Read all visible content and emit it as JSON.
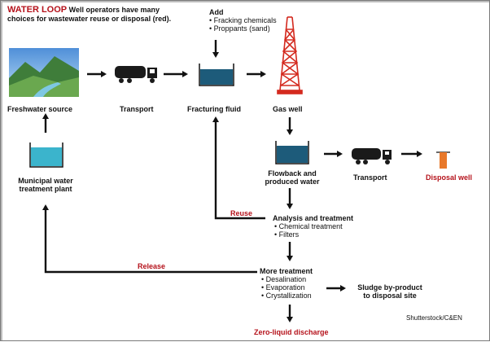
{
  "title": {
    "label": "WATER LOOP",
    "line1": "Well operators have many",
    "line2": "choices for wastewater reuse or disposal (red)."
  },
  "add": {
    "heading": "Add",
    "items": [
      "• Fracking chemicals",
      "• Proppants (sand)"
    ]
  },
  "nodes": {
    "freshwater": "Freshwater source",
    "transport1": "Transport",
    "fracturing": "Fracturing fluid",
    "gas_well": "Gas well",
    "flowback_1": "Flowback and",
    "flowback_2": "produced water",
    "transport2": "Transport",
    "disposal": "Disposal well",
    "municipal_1": "Municipal water",
    "municipal_2": "treatment plant"
  },
  "analysis": {
    "heading": "Analysis and treatment",
    "items": [
      "• Chemical treatment",
      "• Filters"
    ]
  },
  "more": {
    "heading": "More treatment",
    "items": [
      "• Desalination",
      "• Evaporation",
      "• Crystallization"
    ]
  },
  "sludge": {
    "line1": "Sludge by-product",
    "line2": "to disposal site"
  },
  "labels": {
    "reuse": "Reuse",
    "release": "Release",
    "zld": "Zero-liquid discharge",
    "credit": "Shutterstock/C&EN"
  },
  "colors": {
    "red": "#b5121b",
    "water_dark": "#1d5b7a",
    "water_light": "#3bb4cc",
    "disposal": "#e8782a",
    "well": "#d42a1f"
  },
  "icons": [
    "landscape-image",
    "tanker-truck-icon",
    "tank-icon",
    "derrick-icon",
    "disposal-well-icon"
  ]
}
